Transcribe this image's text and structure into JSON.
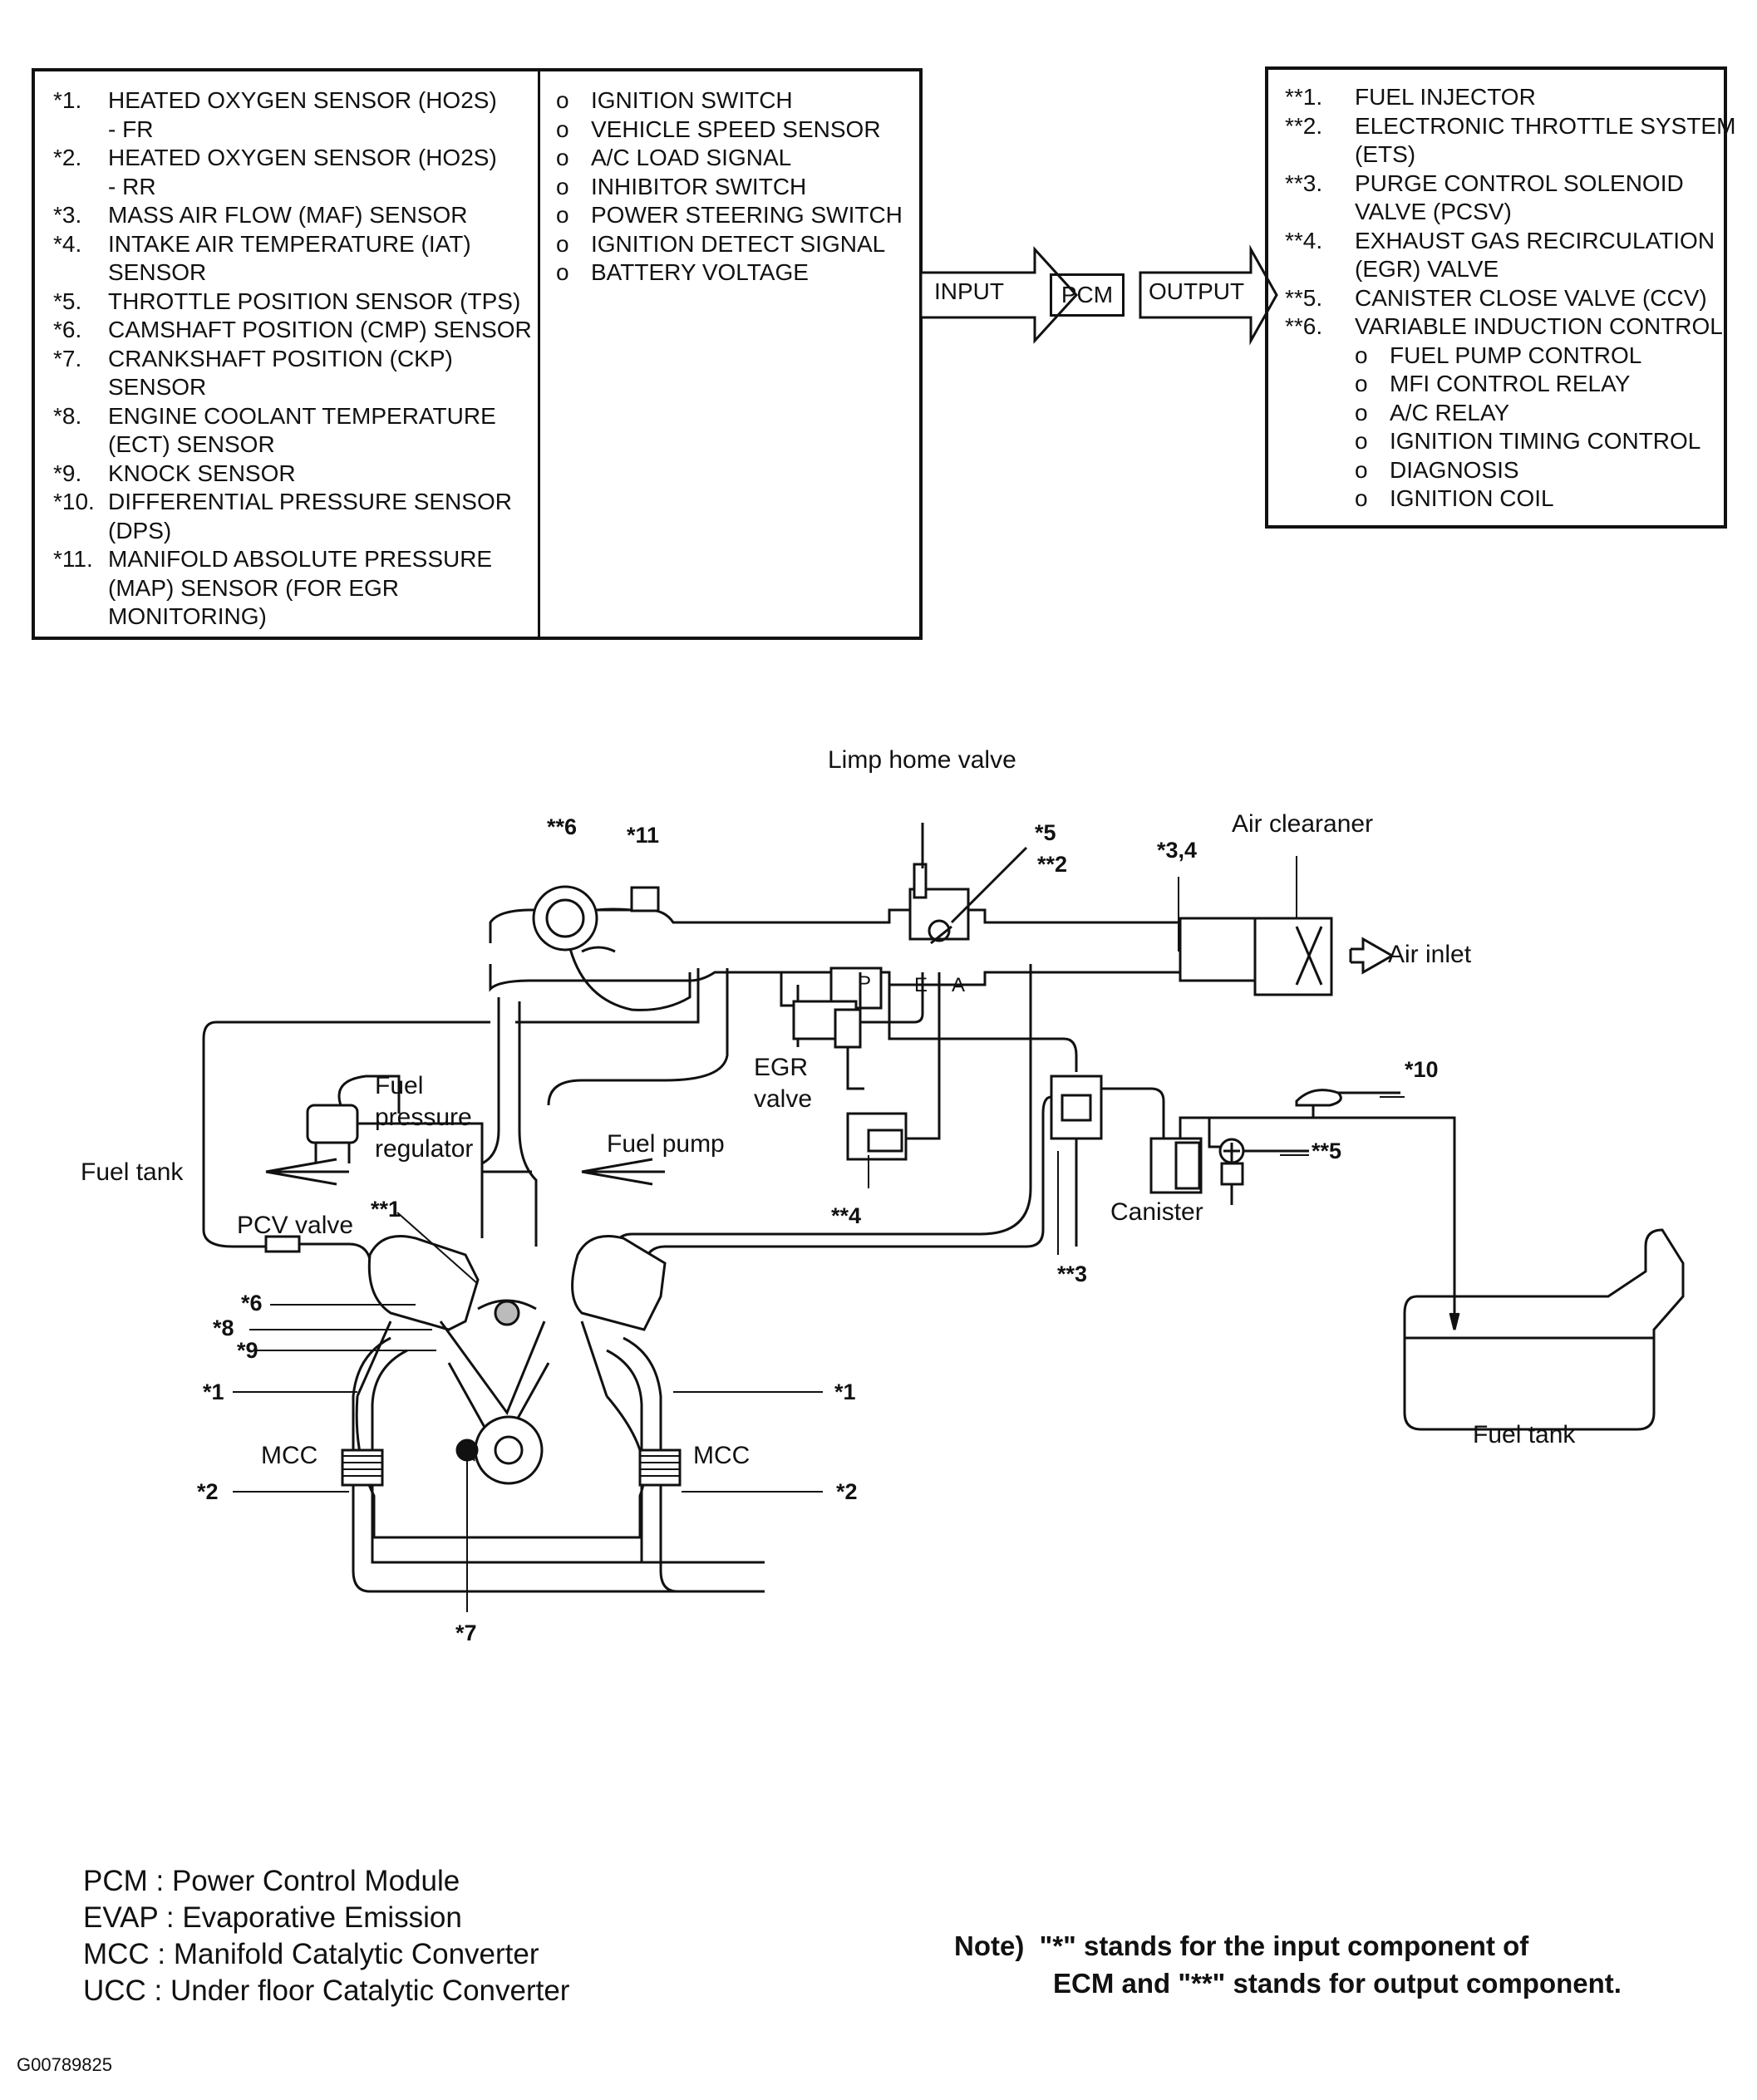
{
  "inputs": [
    {
      "num": "*1.",
      "text": "HEATED OXYGEN SENSOR (HO2S)"
    },
    {
      "num": "",
      "text": "- FR"
    },
    {
      "num": "*2.",
      "text": "HEATED OXYGEN SENSOR (HO2S)"
    },
    {
      "num": "",
      "text": "- RR"
    },
    {
      "num": "*3.",
      "text": "MASS AIR FLOW (MAF) SENSOR"
    },
    {
      "num": "*4.",
      "text": "INTAKE AIR TEMPERATURE (IAT)"
    },
    {
      "num": "",
      "text": "SENSOR"
    },
    {
      "num": "*5.",
      "text": "THROTTLE POSITION SENSOR (TPS)"
    },
    {
      "num": "*6.",
      "text": "CAMSHAFT POSITION (CMP) SENSOR"
    },
    {
      "num": "*7.",
      "text": "CRANKSHAFT POSITION (CKP)"
    },
    {
      "num": "",
      "text": "SENSOR"
    },
    {
      "num": "*8.",
      "text": "ENGINE COOLANT TEMPERATURE"
    },
    {
      "num": "",
      "text": "(ECT) SENSOR"
    },
    {
      "num": "*9.",
      "text": "KNOCK SENSOR"
    },
    {
      "num": "*10.",
      "text": "DIFFERENTIAL PRESSURE SENSOR"
    },
    {
      "num": "",
      "text": "(DPS)"
    },
    {
      "num": "*11.",
      "text": "MANIFOLD ABSOLUTE PRESSURE"
    },
    {
      "num": "",
      "text": "(MAP) SENSOR (FOR EGR"
    },
    {
      "num": "",
      "text": "MONITORING)"
    }
  ],
  "other_inputs": [
    {
      "bullet": "o",
      "text": "IGNITION SWITCH"
    },
    {
      "bullet": "o",
      "text": "VEHICLE SPEED SENSOR"
    },
    {
      "bullet": "o",
      "text": "A/C LOAD SIGNAL"
    },
    {
      "bullet": "o",
      "text": "INHIBITOR SWITCH"
    },
    {
      "bullet": "o",
      "text": "POWER STEERING SWITCH"
    },
    {
      "bullet": "o",
      "text": "IGNITION DETECT SIGNAL"
    },
    {
      "bullet": "o",
      "text": "BATTERY VOLTAGE"
    }
  ],
  "flow": {
    "input": "INPUT",
    "pcm": "PCM",
    "output": "OUTPUT"
  },
  "outputs": [
    {
      "num": "**1.",
      "text": "FUEL INJECTOR"
    },
    {
      "num": "**2.",
      "text": "ELECTRONIC THROTTLE SYSTEM"
    },
    {
      "num": "",
      "text": "(ETS)"
    },
    {
      "num": "**3.",
      "text": "PURGE CONTROL SOLENOID"
    },
    {
      "num": "",
      "text": "VALVE (PCSV)"
    },
    {
      "num": "**4.",
      "text": "EXHAUST GAS RECIRCULATION"
    },
    {
      "num": "",
      "text": "(EGR) VALVE"
    },
    {
      "num": "**5.",
      "text": "CANISTER CLOSE VALVE (CCV)"
    },
    {
      "num": "**6.",
      "text": "VARIABLE INDUCTION CONTROL"
    },
    {
      "num": "o",
      "text": "FUEL PUMP CONTROL",
      "sub": true
    },
    {
      "num": "o",
      "text": "MFI CONTROL RELAY",
      "sub": true
    },
    {
      "num": "o",
      "text": "A/C RELAY",
      "sub": true
    },
    {
      "num": "o",
      "text": "IGNITION TIMING CONTROL",
      "sub": true
    },
    {
      "num": "o",
      "text": "DIAGNOSIS",
      "sub": true
    },
    {
      "num": "o",
      "text": "IGNITION COIL",
      "sub": true
    }
  ],
  "diagram": {
    "limp_home_valve": "Limp home valve",
    "air_cleaner": "Air clearaner",
    "air_inlet": "Air inlet",
    "fuel_pressure_regulator": [
      "Fuel",
      "pressure",
      "regulator"
    ],
    "fuel_pump": "Fuel pump",
    "fuel_tank_left": "Fuel tank",
    "egr_valve": [
      "EGR",
      "valve"
    ],
    "pcv_valve": "PCV valve",
    "canister": "Canister",
    "fuel_tank_right": "Fuel tank",
    "mcc_left": "MCC",
    "mcc_right": "MCC",
    "port_p": "P",
    "port_e": "E",
    "port_a": "A",
    "callouts": {
      "c_out6": "**6",
      "c_in11": "*11",
      "c_in5": "*5",
      "c_out2": "**2",
      "c_in34": "*3,4",
      "c_in10": "*10",
      "c_out5": "**5",
      "c_out4": "**4",
      "c_out3": "**3",
      "c_out1": "**1",
      "c_in6": "*6",
      "c_in8": "*8",
      "c_in9": "*9",
      "c_in1_left": "*1",
      "c_in1_right": "*1",
      "c_in2_left": "*2",
      "c_in2_right": "*2",
      "c_in7": "*7"
    }
  },
  "legend": [
    "PCM : Power Control Module",
    "EVAP : Evaporative Emission",
    "MCC : Manifold Catalytic Converter",
    "UCC : Under floor Catalytic Converter"
  ],
  "note": {
    "line1": "Note)  \"*\" stands for the input component of",
    "line2": "ECM and \"**\" stands for output component."
  },
  "figure_id": "G00789825"
}
